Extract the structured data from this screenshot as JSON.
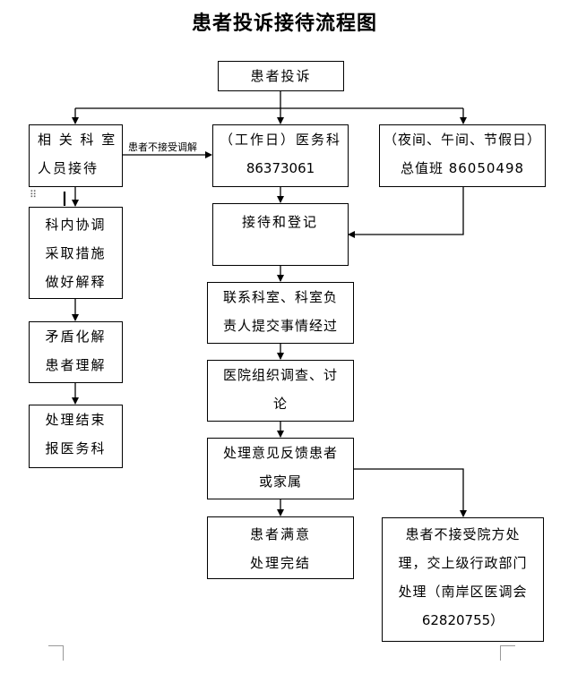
{
  "title": "患者投诉接待流程图",
  "nodes": {
    "complaint": "患者投诉",
    "dept_staff": [
      "相 关 科 室",
      "人员接待"
    ],
    "medical_affairs": [
      "（工作日）医务科",
      "86373061"
    ],
    "night_duty": [
      "（夜间、午间、节假日）",
      "总值班 86050498"
    ],
    "reception": "接待和登记",
    "dept_coordinate": [
      "科内协调",
      "采取措施",
      "做好解释"
    ],
    "contact_dept": [
      "联系科室、科室负",
      "责人提交事情经过"
    ],
    "investigate": [
      "医院组织调查、讨",
      "论"
    ],
    "feedback": [
      "处理意见反馈患者",
      "或家属"
    ],
    "resolve_conflict": [
      "矛盾化解",
      "患者理解"
    ],
    "finish_report": [
      "处理结束",
      "报医务科"
    ],
    "satisfied": [
      "患者满意",
      "处理完结"
    ],
    "not_accept": [
      "患者不接受院方处",
      "理，交上级行政部门",
      "处理（南岸区医调会",
      "62820755）"
    ]
  },
  "edge_labels": {
    "not_accept_mediation": "患者不接受调解"
  }
}
